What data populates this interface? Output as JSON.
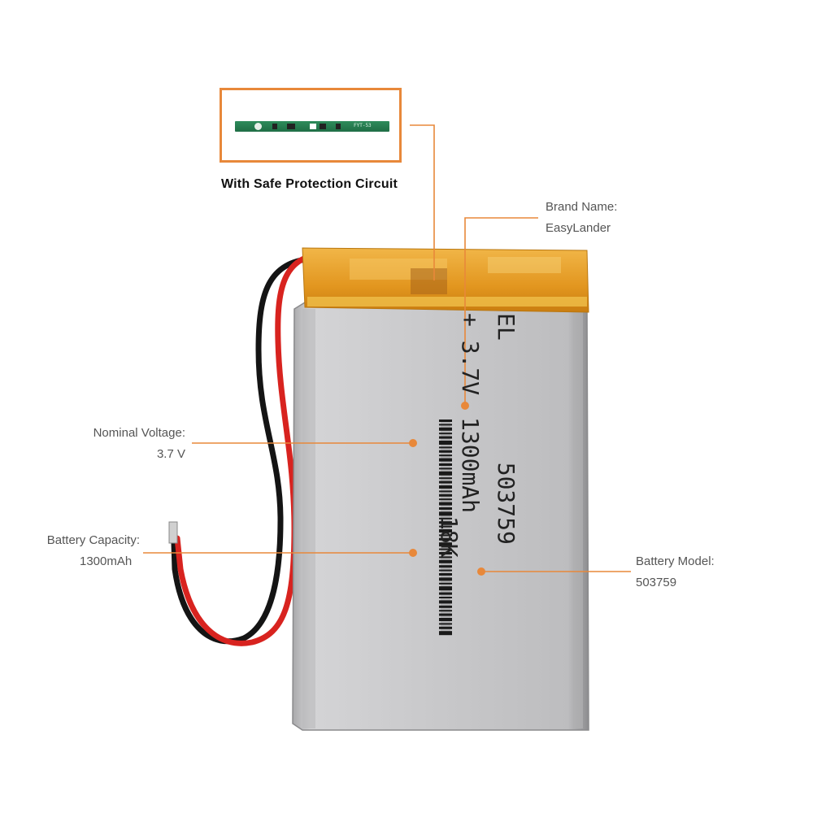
{
  "caption": "With Safe Protection Circuit",
  "pcb_text": "FYT-53",
  "brand": {
    "title": "Brand Name:",
    "value": "EasyLander"
  },
  "voltage": {
    "title": "Nominal Voltage:",
    "value": "3.7 V"
  },
  "capacity": {
    "title": "Battery  Capacity:",
    "value": "1300mAh"
  },
  "model": {
    "title": "Battery Model:",
    "value": "503759"
  },
  "battery_print": {
    "logo": "EL",
    "plus": "+",
    "voltage": "3.7V",
    "capacity": "1300mAh",
    "model": "503759",
    "code": "18K"
  },
  "colors": {
    "accent": "#e8883a",
    "tape": "#e9a12a",
    "foil": "#c9c9cb",
    "wire_red": "#d8231f",
    "wire_black": "#141414"
  }
}
